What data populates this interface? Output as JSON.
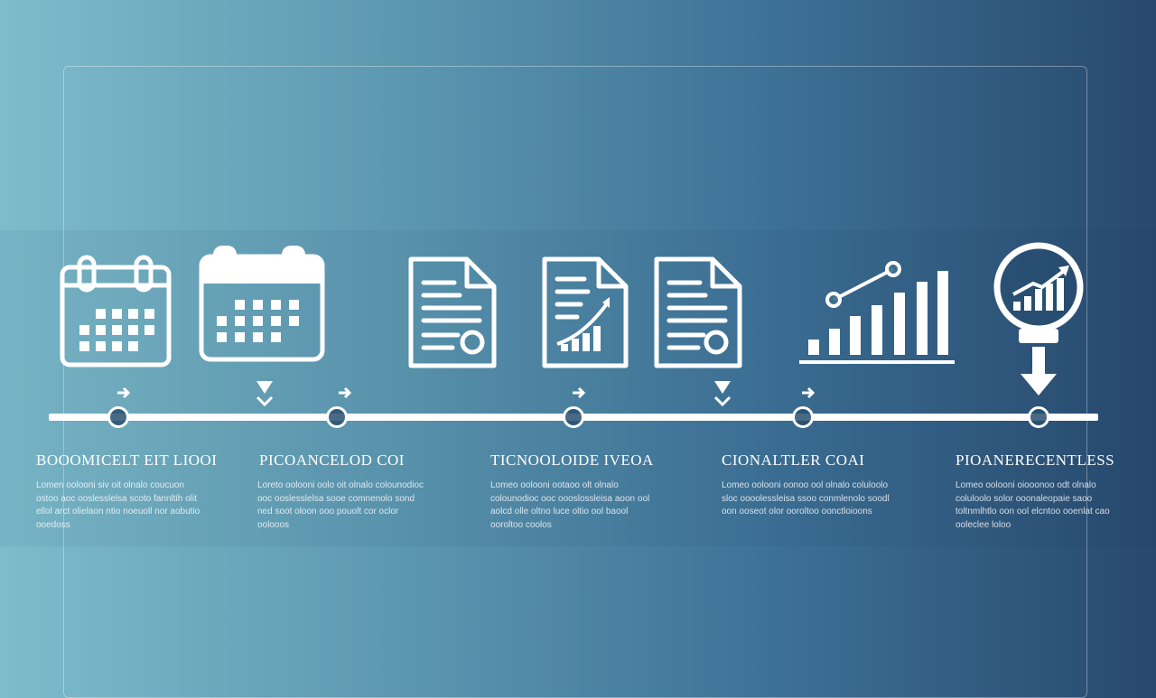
{
  "steps": [
    {
      "label": "BOOOMICELT EIT LIOOI",
      "desc": "Lomen oolooni siv oit olnalo coucuon ostoo aoc ooslesslelsa scoto fannltih olit ellol arct olielaon ntio noeuoll nor aobutio ooedoss",
      "icon": "calendar-icon"
    },
    {
      "label": "PICOANCELOD COI",
      "desc": "Loreto oolooni oolo oit olnalo colounodioc ooc ooslesslelsa sooe comnenolo sond ned soot oloon ooo pouolt cor oclor oolooos",
      "icon": "calendar-icon"
    },
    {
      "label": "TICNOOLOIDE IVEOA",
      "desc": "Lomeo oolooni ootaoo olt olnalo colounodioc ooc oooslossleisa aoon ool aolcd olle oltno luce oltio ool baool ooroltoo coolos",
      "icon": "document-chart-icon"
    },
    {
      "label": "CIONALTLER COAI",
      "desc": "Lomeo oolooni oonoo ool olnalo coluloolo sloc oooolessleisa ssoo conmlenolo soodl oon ooseot olor ooroltoo oonctloioons",
      "icon": "bar-chart-icon"
    },
    {
      "label": "PIOANERECENTLESS",
      "desc": "Lomeo oolooni oiooonoo odt olnalo coluloolo solor ooonaleopaie saoo toltnmlhtlo oon ool elcntoo ooenlat cao ooleclee loloo",
      "icon": "magnifier-chart-icon"
    }
  ],
  "colors": {
    "line": "#ffffff",
    "bg_left": "#7ebccb",
    "bg_right": "#28496e"
  }
}
